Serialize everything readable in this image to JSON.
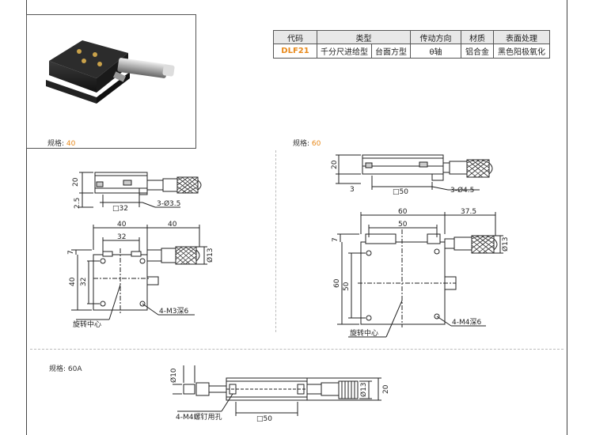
{
  "spec_table": {
    "headers": [
      "代码",
      "类型",
      "传动方向",
      "材质",
      "表面处理"
    ],
    "row": [
      "DLF21",
      "千分尺进给型",
      "台面方型",
      "θ轴",
      "铝合金",
      "黑色阳极氧化"
    ]
  },
  "spec_label_text": "规格:",
  "spec40": {
    "value": "40"
  },
  "spec60": {
    "value": "60"
  },
  "spec60a": {
    "value": "60A"
  },
  "d40_side": {
    "h20": "20",
    "h2_5": "2.5",
    "sq32": "□32",
    "hole": "3-Ø3.5"
  },
  "d40_top": {
    "w40a": "40",
    "w40b": "40",
    "w32": "32",
    "h7": "7",
    "h40": "40",
    "h32": "32",
    "d13": "Ø13",
    "mhole": "4-M3深6",
    "center": "旋转中心"
  },
  "d60_side": {
    "h20": "20",
    "h3": "3",
    "sq50": "□50",
    "hole": "3-Ø4.5"
  },
  "d60_top": {
    "w60": "60",
    "w37_5": "37.5",
    "w50": "50",
    "h7": "7",
    "h60": "60",
    "h50": "50",
    "d13": "Ø13",
    "mhole": "4-M4深6",
    "center": "旋转中心"
  },
  "d60a": {
    "d10": "Ø10",
    "d13": "Ø13",
    "h20": "20",
    "sq50": "□50",
    "hole": "4-M4螺钉用孔"
  },
  "colors": {
    "accent": "#e8891a",
    "line": "#222222",
    "dash": "#bbbbbb"
  }
}
